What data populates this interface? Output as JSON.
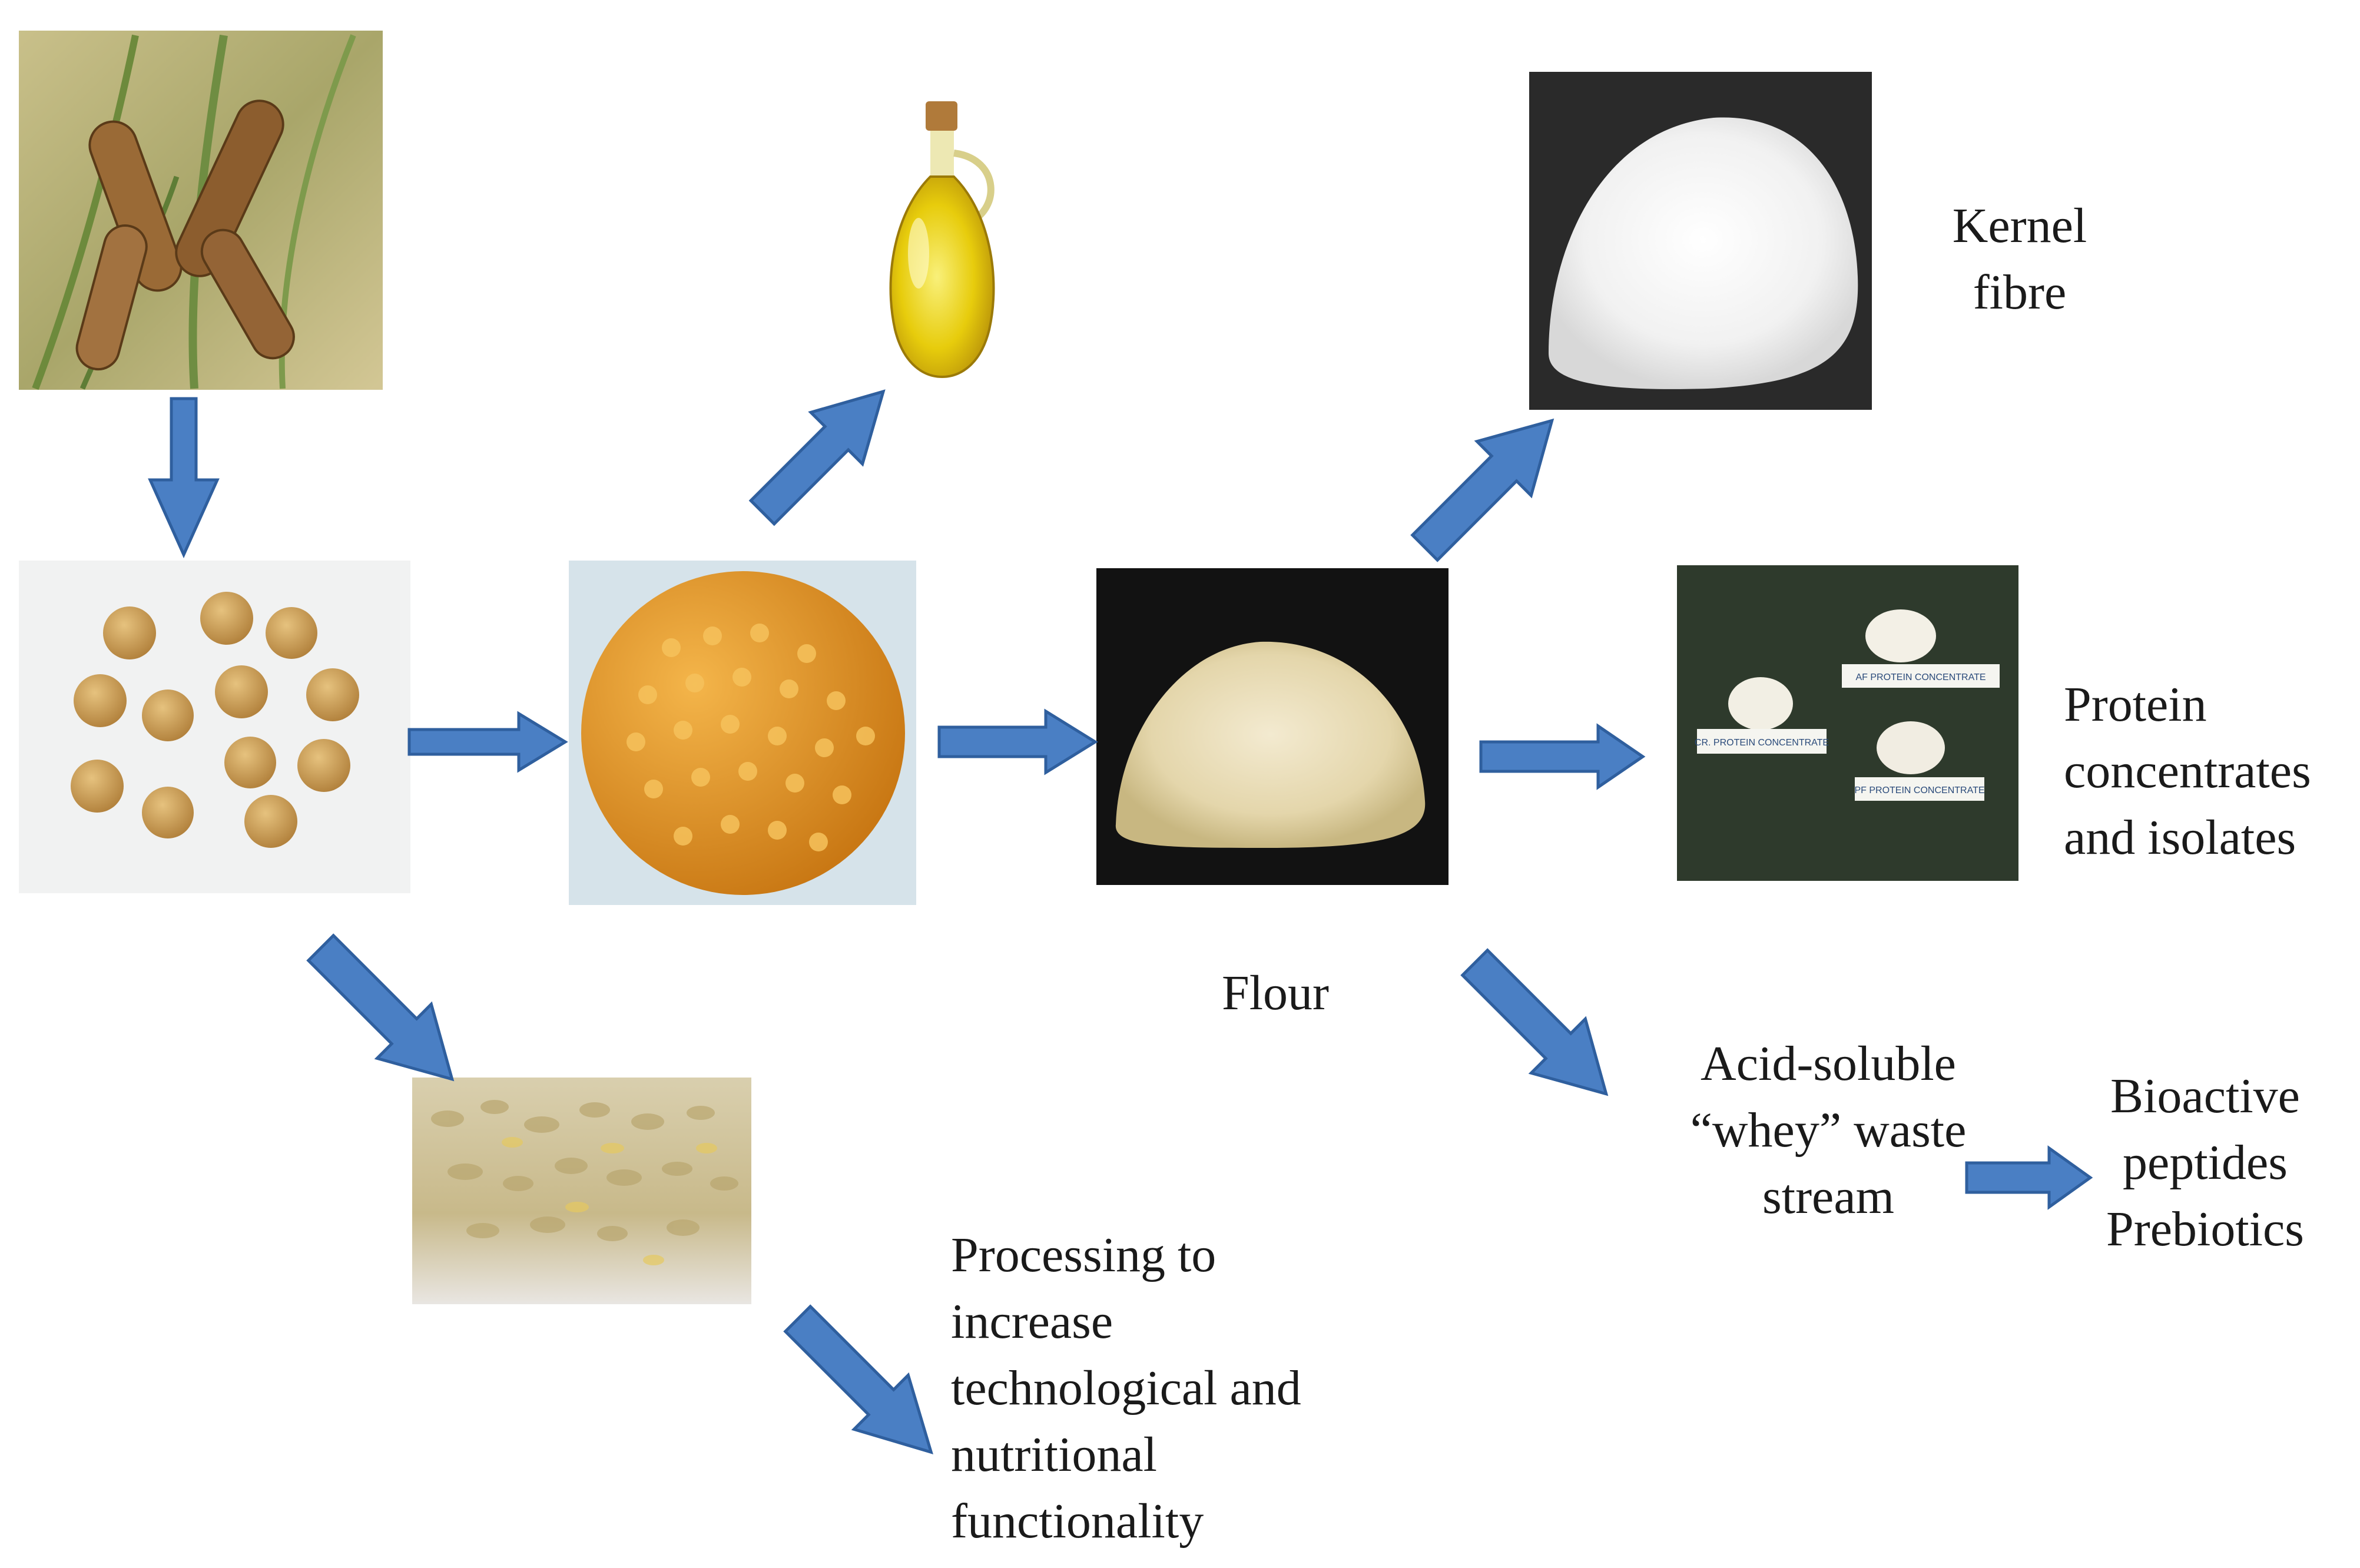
{
  "colors": {
    "arrow_fill": "#4a7fc4",
    "arrow_stroke": "#2f5f9e",
    "label_text": "#1a1a1a"
  },
  "images": [
    {
      "id": "pea-pods",
      "depicts": "pea-pods-on-plant-photo"
    },
    {
      "id": "whole-seeds",
      "depicts": "whole-pea-seeds-photo"
    },
    {
      "id": "dehulled-seeds",
      "depicts": "dehulled-yellow-pea-seeds-photo"
    },
    {
      "id": "oil-bottle",
      "depicts": "oil-bottle-photo"
    },
    {
      "id": "flour",
      "depicts": "pea-flour-photo"
    },
    {
      "id": "kernel-fibre",
      "depicts": "white-fibre-powder-photo"
    },
    {
      "id": "protein-samples",
      "depicts": "protein-concentrate-samples-photo"
    },
    {
      "id": "flakes",
      "depicts": "flaked-seeds-photo"
    }
  ],
  "labels": {
    "kernel_fibre": [
      "Kernel",
      "fibre"
    ],
    "protein": [
      "Protein",
      "concentrates",
      "and isolates"
    ],
    "flour": "Flour",
    "whey": [
      "Acid-soluble",
      "“whey” waste",
      "stream"
    ],
    "bioactive": [
      "Bioactive",
      "peptides",
      "Prebiotics"
    ],
    "processing": [
      "Processing to",
      "increase",
      "technological and",
      "nutritional",
      "functionality"
    ]
  },
  "protein_sample_tags": [
    "CR. PROTEIN CONCENTRATE",
    "AF PROTEIN CONCENTRATE",
    "PF PROTEIN CONCENTRATE"
  ]
}
